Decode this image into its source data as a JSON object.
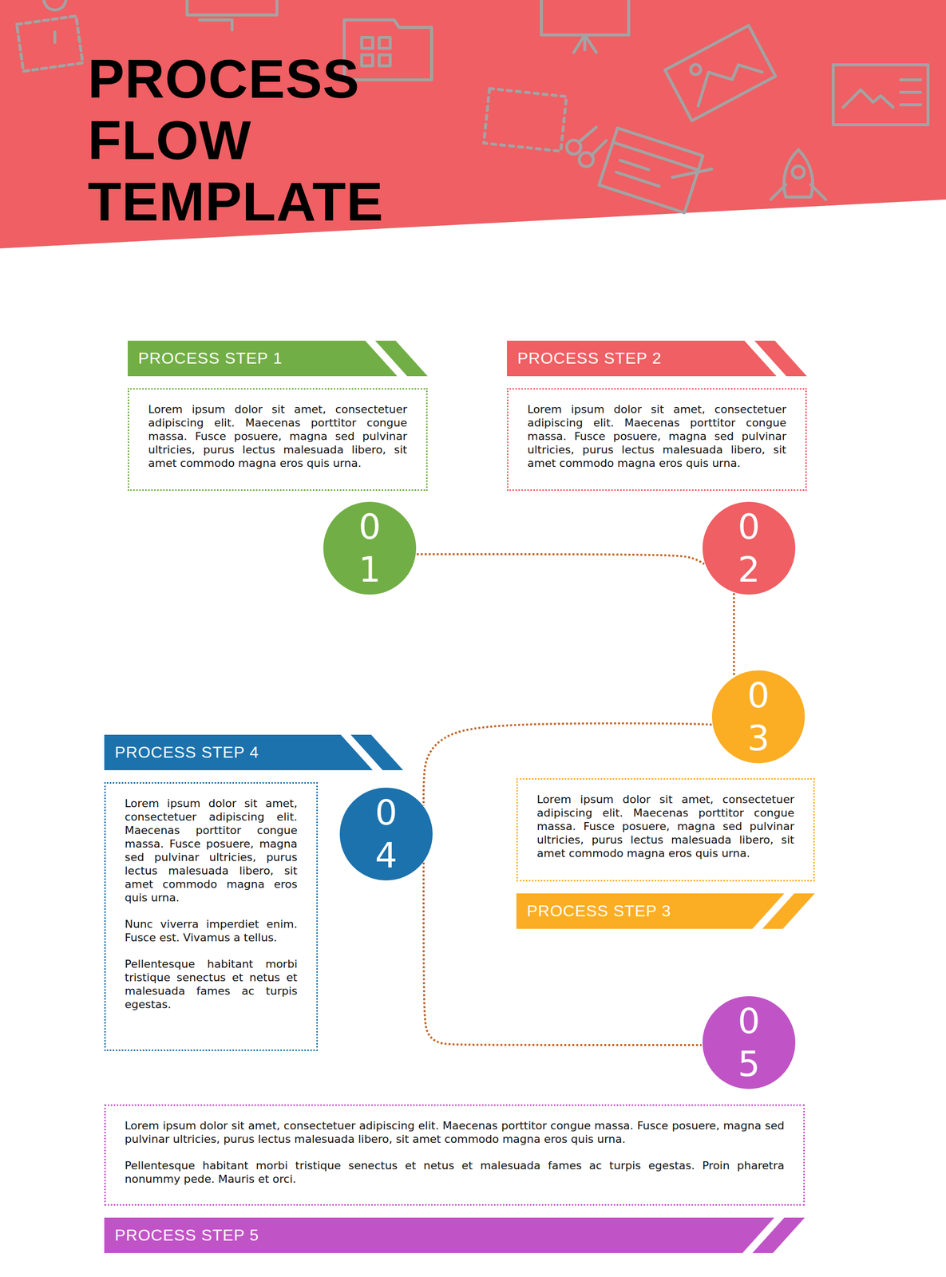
{
  "diagram": {
    "title": "PROCESS FLOW TEMPLATE",
    "nodes": [
      {
        "text": [
          "PROCESS STEP 1",
          "Lorem ipsum dolor sit amet, consectetuer adipiscing elit. Maecenas porttitor congue massa. Fusce posuere, magna sed pulvinar ultricies, purus lectus malesuada libero, sit amet commodo magna eros quis urna."
        ]
      },
      {
        "text": [
          "PROCESS STEP 2",
          "Lorem ipsum dolor sit amet, consectetuer adipiscing elit. Maecenas porttitor congue massa. Fusce posuere, magna sed pulvinar ultricies, purus lectus malesuada libero, sit amet commodo magna eros quis urna."
        ]
      },
      {
        "text": [
          "0 1"
        ]
      },
      {
        "text": [
          "0 2"
        ]
      },
      {
        "text": [
          "0 3"
        ]
      },
      {
        "text": [
          "PROCESS STEP 4",
          "Lorem ipsum dolor sit amet, consectetuer adipiscing elit. Maecenas porttitor congue massa. Fusce posuere, magna sed pulvinar ultricies, purus lectus malesuada libero, sit amet commodo magna eros quis urna.",
          "Nunc viverra imperdiet enim. Fusce est. Vivamus a tellus.",
          "Pellentesque habitant morbi tristique senectus et netus et malesuada fames ac turpis egestas."
        ]
      },
      {
        "text": [
          "0 4"
        ]
      },
      {
        "text": [
          "PROCESS STEP 3",
          "Lorem ipsum dolor sit amet, consectetuer adipiscing elit. Maecenas porttitor congue massa. Fusce posuere, magna sed pulvinar ultricies, purus lectus malesuada libero, sit amet commodo magna eros quis urna."
        ]
      },
      {
        "text": [
          "0 5"
        ]
      },
      {
        "text": [
          "PROCESS STEP 5",
          "Lorem ipsum dolor sit amet, consectetuer adipiscing elit. Maecenas porttitor congue massa. Fusce posuere, magna sed pulvinar ultricies, purus lectus malesuada libero, sit amet commodo magna eros quis urna.",
          "Pellentesque habitant morbi tristique senectus et netus et malesuada fames ac turpis egestas. Proin pharetra nonummy pede. Mauris et orci."
        ]
      }
    ],
    "edges": [
      {
        "from": 2,
        "to": 3,
        "arrow": "none"
      },
      {
        "from": 3,
        "to": 4,
        "arrow": "none"
      },
      {
        "from": 4,
        "to": 6,
        "arrow": "none"
      },
      {
        "from": 6,
        "to": 8,
        "arrow": "none"
      }
    ]
  }
}
